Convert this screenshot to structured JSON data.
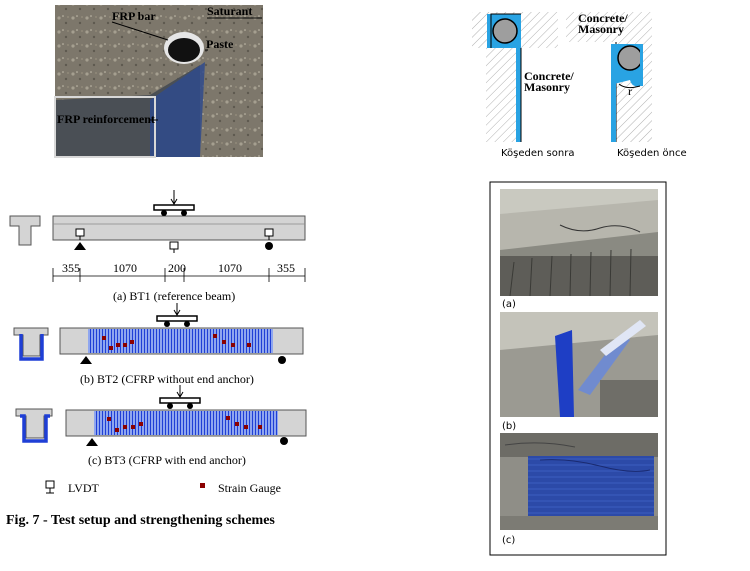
{
  "photo_labels": {
    "frp_bar": "FRP bar",
    "saturant": "Saturant",
    "paste": "Paste",
    "frp_reinforcement": "FRP reinforcement"
  },
  "corner": {
    "left_label": "Concrete/\nMasonry",
    "right_label": "Concrete/\nMasonry",
    "r_label": "r",
    "caption_after": "Köşeden sonra",
    "caption_before": "Köşeden önce"
  },
  "beams": {
    "dims": [
      "355",
      "1070",
      "200",
      "1070",
      "355"
    ],
    "bt1": "(a) BT1 (reference beam)",
    "bt2": "(b) BT2 (CFRP without end anchor)",
    "bt3": "(c) BT3 (CFRP with end anchor)"
  },
  "legend": {
    "lvdt": "LVDT",
    "strain": "Strain Gauge"
  },
  "figure_caption": "Fig. 7 - Test setup and strengthening schemes",
  "photo_panels": [
    "(a)",
    "(b)",
    "(c)"
  ],
  "colors": {
    "frp_blue": "#1f3fd6",
    "cyan": "#29a3e3",
    "gauge_red": "#8b0000",
    "beam_gray": "#d4d4d4"
  }
}
